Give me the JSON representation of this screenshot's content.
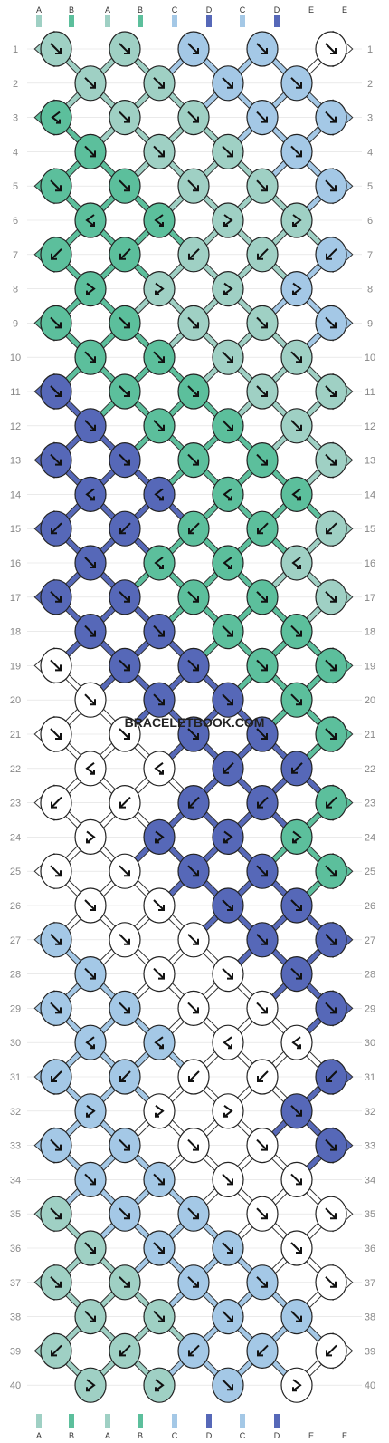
{
  "watermark": "BRACELETBOOK.COM",
  "colors": {
    "A": "#9fd0c4",
    "B": "#5cbf9c",
    "C": "#a4c8e6",
    "D": "#5668b8",
    "E": "#ffffff"
  },
  "strands": {
    "top": [
      "A",
      "B",
      "A",
      "B",
      "C",
      "D",
      "C",
      "D",
      "E",
      "E"
    ],
    "bottom": [
      "A",
      "B",
      "A",
      "B",
      "C",
      "D",
      "C",
      "D",
      "E",
      "E"
    ]
  },
  "rows": [
    {
      "number": "1",
      "knots": [
        {
          "color": "A",
          "icon": "arrow-down-right-icon"
        },
        {
          "color": "A",
          "icon": "arrow-down-right-icon"
        },
        {
          "color": "C",
          "icon": "arrow-down-right-icon"
        },
        {
          "color": "C",
          "icon": "arrow-down-right-icon"
        },
        {
          "color": "E",
          "icon": "arrow-down-right-icon"
        }
      ]
    },
    {
      "number": "2",
      "knots": [
        {
          "color": "A",
          "icon": "arrow-down-right-icon"
        },
        {
          "color": "A",
          "icon": "arrow-down-right-icon"
        },
        {
          "color": "C",
          "icon": "arrow-down-right-icon"
        },
        {
          "color": "C",
          "icon": "arrow-down-right-icon"
        }
      ]
    },
    {
      "number": "3",
      "knots": [
        {
          "color": "B",
          "icon": "backward-forward-icon"
        },
        {
          "color": "A",
          "icon": "arrow-down-right-icon"
        },
        {
          "color": "A",
          "icon": "arrow-down-right-icon"
        },
        {
          "color": "C",
          "icon": "arrow-down-right-icon"
        },
        {
          "color": "C",
          "icon": "arrow-down-right-icon"
        }
      ]
    },
    {
      "number": "4",
      "knots": [
        {
          "color": "B",
          "icon": "arrow-down-right-icon"
        },
        {
          "color": "A",
          "icon": "arrow-down-right-icon"
        },
        {
          "color": "A",
          "icon": "arrow-down-right-icon"
        },
        {
          "color": "C",
          "icon": "arrow-down-right-icon"
        }
      ]
    },
    {
      "number": "5",
      "knots": [
        {
          "color": "B",
          "icon": "arrow-down-right-icon"
        },
        {
          "color": "B",
          "icon": "arrow-down-right-icon"
        },
        {
          "color": "A",
          "icon": "arrow-down-right-icon"
        },
        {
          "color": "A",
          "icon": "arrow-down-right-icon"
        },
        {
          "color": "C",
          "icon": "arrow-down-right-icon"
        }
      ]
    },
    {
      "number": "6",
      "knots": [
        {
          "color": "B",
          "icon": "backward-forward-icon"
        },
        {
          "color": "B",
          "icon": "backward-forward-icon"
        },
        {
          "color": "A",
          "icon": "forward-backward-icon"
        },
        {
          "color": "A",
          "icon": "forward-backward-icon"
        }
      ]
    },
    {
      "number": "7",
      "knots": [
        {
          "color": "B",
          "icon": "arrow-down-left-icon"
        },
        {
          "color": "B",
          "icon": "arrow-down-left-icon"
        },
        {
          "color": "A",
          "icon": "arrow-down-left-icon"
        },
        {
          "color": "A",
          "icon": "arrow-down-left-icon"
        },
        {
          "color": "C",
          "icon": "arrow-down-left-icon"
        }
      ]
    },
    {
      "number": "8",
      "knots": [
        {
          "color": "B",
          "icon": "forward-backward-icon"
        },
        {
          "color": "A",
          "icon": "forward-backward-icon"
        },
        {
          "color": "A",
          "icon": "forward-backward-icon"
        },
        {
          "color": "C",
          "icon": "forward-backward-icon"
        }
      ]
    },
    {
      "number": "9",
      "knots": [
        {
          "color": "B",
          "icon": "arrow-down-right-icon"
        },
        {
          "color": "B",
          "icon": "arrow-down-right-icon"
        },
        {
          "color": "A",
          "icon": "arrow-down-right-icon"
        },
        {
          "color": "A",
          "icon": "arrow-down-right-icon"
        },
        {
          "color": "C",
          "icon": "arrow-down-right-icon"
        }
      ]
    },
    {
      "number": "10",
      "knots": [
        {
          "color": "B",
          "icon": "arrow-down-right-icon"
        },
        {
          "color": "B",
          "icon": "arrow-down-right-icon"
        },
        {
          "color": "A",
          "icon": "arrow-down-right-icon"
        },
        {
          "color": "A",
          "icon": "arrow-down-right-icon"
        }
      ]
    },
    {
      "number": "11",
      "knots": [
        {
          "color": "D",
          "icon": "arrow-down-right-icon"
        },
        {
          "color": "B",
          "icon": "arrow-down-right-icon"
        },
        {
          "color": "B",
          "icon": "arrow-down-right-icon"
        },
        {
          "color": "A",
          "icon": "arrow-down-right-icon"
        },
        {
          "color": "A",
          "icon": "arrow-down-right-icon"
        }
      ]
    },
    {
      "number": "12",
      "knots": [
        {
          "color": "D",
          "icon": "arrow-down-right-icon"
        },
        {
          "color": "B",
          "icon": "arrow-down-right-icon"
        },
        {
          "color": "B",
          "icon": "arrow-down-right-icon"
        },
        {
          "color": "A",
          "icon": "arrow-down-right-icon"
        }
      ]
    },
    {
      "number": "13",
      "knots": [
        {
          "color": "D",
          "icon": "arrow-down-right-icon"
        },
        {
          "color": "D",
          "icon": "arrow-down-right-icon"
        },
        {
          "color": "B",
          "icon": "arrow-down-right-icon"
        },
        {
          "color": "B",
          "icon": "arrow-down-right-icon"
        },
        {
          "color": "A",
          "icon": "arrow-down-right-icon"
        }
      ]
    },
    {
      "number": "14",
      "knots": [
        {
          "color": "D",
          "icon": "backward-forward-icon"
        },
        {
          "color": "D",
          "icon": "backward-forward-icon"
        },
        {
          "color": "B",
          "icon": "backward-forward-icon"
        },
        {
          "color": "B",
          "icon": "backward-forward-icon"
        }
      ]
    },
    {
      "number": "15",
      "knots": [
        {
          "color": "D",
          "icon": "arrow-down-left-icon"
        },
        {
          "color": "D",
          "icon": "arrow-down-left-icon"
        },
        {
          "color": "B",
          "icon": "arrow-down-left-icon"
        },
        {
          "color": "B",
          "icon": "arrow-down-left-icon"
        },
        {
          "color": "A",
          "icon": "arrow-down-left-icon"
        }
      ]
    },
    {
      "number": "16",
      "knots": [
        {
          "color": "D",
          "icon": "arrow-down-right-icon"
        },
        {
          "color": "B",
          "icon": "backward-forward-icon"
        },
        {
          "color": "B",
          "icon": "backward-forward-icon"
        },
        {
          "color": "A",
          "icon": "backward-forward-icon"
        }
      ]
    },
    {
      "number": "17",
      "knots": [
        {
          "color": "D",
          "icon": "arrow-down-right-icon"
        },
        {
          "color": "D",
          "icon": "arrow-down-right-icon"
        },
        {
          "color": "B",
          "icon": "arrow-down-right-icon"
        },
        {
          "color": "B",
          "icon": "arrow-down-right-icon"
        },
        {
          "color": "A",
          "icon": "arrow-down-right-icon"
        }
      ]
    },
    {
      "number": "18",
      "knots": [
        {
          "color": "D",
          "icon": "arrow-down-right-icon"
        },
        {
          "color": "D",
          "icon": "arrow-down-right-icon"
        },
        {
          "color": "B",
          "icon": "arrow-down-right-icon"
        },
        {
          "color": "B",
          "icon": "arrow-down-right-icon"
        }
      ]
    },
    {
      "number": "19",
      "knots": [
        {
          "color": "E",
          "icon": "arrow-down-right-icon"
        },
        {
          "color": "D",
          "icon": "arrow-down-right-icon"
        },
        {
          "color": "D",
          "icon": "arrow-down-right-icon"
        },
        {
          "color": "B",
          "icon": "arrow-down-right-icon"
        },
        {
          "color": "B",
          "icon": "arrow-down-right-icon"
        }
      ]
    },
    {
      "number": "20",
      "knots": [
        {
          "color": "E",
          "icon": "arrow-down-right-icon"
        },
        {
          "color": "D",
          "icon": "arrow-down-right-icon"
        },
        {
          "color": "D",
          "icon": "arrow-down-right-icon"
        },
        {
          "color": "B",
          "icon": "arrow-down-right-icon"
        }
      ]
    },
    {
      "number": "21",
      "knots": [
        {
          "color": "E",
          "icon": "arrow-down-right-icon"
        },
        {
          "color": "E",
          "icon": "arrow-down-right-icon"
        },
        {
          "color": "D",
          "icon": "arrow-down-right-icon"
        },
        {
          "color": "D",
          "icon": "arrow-down-right-icon"
        },
        {
          "color": "B",
          "icon": "arrow-down-right-icon"
        }
      ]
    },
    {
      "number": "22",
      "knots": [
        {
          "color": "E",
          "icon": "backward-forward-icon"
        },
        {
          "color": "E",
          "icon": "backward-forward-icon"
        },
        {
          "color": "D",
          "icon": "arrow-down-left-icon"
        },
        {
          "color": "D",
          "icon": "arrow-down-left-icon"
        }
      ]
    },
    {
      "number": "23",
      "knots": [
        {
          "color": "E",
          "icon": "arrow-down-left-icon"
        },
        {
          "color": "E",
          "icon": "arrow-down-left-icon"
        },
        {
          "color": "D",
          "icon": "arrow-down-left-icon"
        },
        {
          "color": "D",
          "icon": "arrow-down-left-icon"
        },
        {
          "color": "B",
          "icon": "arrow-down-left-icon"
        }
      ]
    },
    {
      "number": "24",
      "knots": [
        {
          "color": "E",
          "icon": "forward-backward-icon"
        },
        {
          "color": "D",
          "icon": "forward-backward-icon"
        },
        {
          "color": "D",
          "icon": "forward-backward-icon"
        },
        {
          "color": "B",
          "icon": "forward-backward-icon"
        }
      ]
    },
    {
      "number": "25",
      "knots": [
        {
          "color": "E",
          "icon": "arrow-down-right-icon"
        },
        {
          "color": "E",
          "icon": "arrow-down-right-icon"
        },
        {
          "color": "D",
          "icon": "arrow-down-right-icon"
        },
        {
          "color": "D",
          "icon": "arrow-down-right-icon"
        },
        {
          "color": "B",
          "icon": "arrow-down-right-icon"
        }
      ]
    },
    {
      "number": "26",
      "knots": [
        {
          "color": "E",
          "icon": "arrow-down-right-icon"
        },
        {
          "color": "E",
          "icon": "arrow-down-right-icon"
        },
        {
          "color": "D",
          "icon": "arrow-down-right-icon"
        },
        {
          "color": "D",
          "icon": "arrow-down-right-icon"
        }
      ]
    },
    {
      "number": "27",
      "knots": [
        {
          "color": "C",
          "icon": "arrow-down-right-icon"
        },
        {
          "color": "E",
          "icon": "arrow-down-right-icon"
        },
        {
          "color": "E",
          "icon": "arrow-down-right-icon"
        },
        {
          "color": "D",
          "icon": "arrow-down-right-icon"
        },
        {
          "color": "D",
          "icon": "arrow-down-right-icon"
        }
      ]
    },
    {
      "number": "28",
      "knots": [
        {
          "color": "C",
          "icon": "arrow-down-right-icon"
        },
        {
          "color": "E",
          "icon": "arrow-down-right-icon"
        },
        {
          "color": "E",
          "icon": "arrow-down-right-icon"
        },
        {
          "color": "D",
          "icon": "arrow-down-right-icon"
        }
      ]
    },
    {
      "number": "29",
      "knots": [
        {
          "color": "C",
          "icon": "arrow-down-right-icon"
        },
        {
          "color": "C",
          "icon": "arrow-down-right-icon"
        },
        {
          "color": "E",
          "icon": "arrow-down-right-icon"
        },
        {
          "color": "E",
          "icon": "arrow-down-right-icon"
        },
        {
          "color": "D",
          "icon": "arrow-down-right-icon"
        }
      ]
    },
    {
      "number": "30",
      "knots": [
        {
          "color": "C",
          "icon": "backward-forward-icon"
        },
        {
          "color": "C",
          "icon": "backward-forward-icon"
        },
        {
          "color": "E",
          "icon": "backward-forward-icon"
        },
        {
          "color": "E",
          "icon": "backward-forward-icon"
        }
      ]
    },
    {
      "number": "31",
      "knots": [
        {
          "color": "C",
          "icon": "arrow-down-left-icon"
        },
        {
          "color": "C",
          "icon": "arrow-down-left-icon"
        },
        {
          "color": "E",
          "icon": "arrow-down-left-icon"
        },
        {
          "color": "E",
          "icon": "arrow-down-left-icon"
        },
        {
          "color": "D",
          "icon": "arrow-down-left-icon"
        }
      ]
    },
    {
      "number": "32",
      "knots": [
        {
          "color": "C",
          "icon": "forward-backward-icon"
        },
        {
          "color": "E",
          "icon": "forward-backward-icon"
        },
        {
          "color": "E",
          "icon": "forward-backward-icon"
        },
        {
          "color": "D",
          "icon": "arrow-down-right-icon"
        }
      ]
    },
    {
      "number": "33",
      "knots": [
        {
          "color": "C",
          "icon": "arrow-down-right-icon"
        },
        {
          "color": "C",
          "icon": "arrow-down-right-icon"
        },
        {
          "color": "E",
          "icon": "arrow-down-right-icon"
        },
        {
          "color": "E",
          "icon": "arrow-down-right-icon"
        },
        {
          "color": "D",
          "icon": "arrow-down-right-icon"
        }
      ]
    },
    {
      "number": "34",
      "knots": [
        {
          "color": "C",
          "icon": "arrow-down-right-icon"
        },
        {
          "color": "C",
          "icon": "arrow-down-right-icon"
        },
        {
          "color": "E",
          "icon": "arrow-down-right-icon"
        },
        {
          "color": "E",
          "icon": "arrow-down-right-icon"
        }
      ]
    },
    {
      "number": "35",
      "knots": [
        {
          "color": "A",
          "icon": "arrow-down-right-icon"
        },
        {
          "color": "C",
          "icon": "arrow-down-right-icon"
        },
        {
          "color": "C",
          "icon": "arrow-down-right-icon"
        },
        {
          "color": "E",
          "icon": "arrow-down-right-icon"
        },
        {
          "color": "E",
          "icon": "arrow-down-right-icon"
        }
      ]
    },
    {
      "number": "36",
      "knots": [
        {
          "color": "A",
          "icon": "arrow-down-right-icon"
        },
        {
          "color": "C",
          "icon": "arrow-down-right-icon"
        },
        {
          "color": "C",
          "icon": "arrow-down-right-icon"
        },
        {
          "color": "E",
          "icon": "arrow-down-right-icon"
        }
      ]
    },
    {
      "number": "37",
      "knots": [
        {
          "color": "A",
          "icon": "arrow-down-right-icon"
        },
        {
          "color": "A",
          "icon": "arrow-down-right-icon"
        },
        {
          "color": "C",
          "icon": "arrow-down-right-icon"
        },
        {
          "color": "C",
          "icon": "arrow-down-right-icon"
        },
        {
          "color": "E",
          "icon": "arrow-down-right-icon"
        }
      ]
    },
    {
      "number": "38",
      "knots": [
        {
          "color": "A",
          "icon": "arrow-down-right-icon"
        },
        {
          "color": "A",
          "icon": "arrow-down-right-icon"
        },
        {
          "color": "C",
          "icon": "arrow-down-right-icon"
        },
        {
          "color": "C",
          "icon": "arrow-down-right-icon"
        }
      ]
    },
    {
      "number": "39",
      "knots": [
        {
          "color": "A",
          "icon": "arrow-down-left-icon"
        },
        {
          "color": "A",
          "icon": "arrow-down-left-icon"
        },
        {
          "color": "C",
          "icon": "arrow-down-left-icon"
        },
        {
          "color": "C",
          "icon": "arrow-down-left-icon"
        },
        {
          "color": "E",
          "icon": "arrow-down-left-icon"
        }
      ]
    },
    {
      "number": "40",
      "knots": [
        {
          "color": "A",
          "icon": "forward-backward-icon"
        },
        {
          "color": "A",
          "icon": "forward-backward-icon"
        },
        {
          "color": "C",
          "icon": "arrow-down-right-icon"
        },
        {
          "color": "E",
          "icon": "forward-backward-icon"
        }
      ]
    }
  ]
}
